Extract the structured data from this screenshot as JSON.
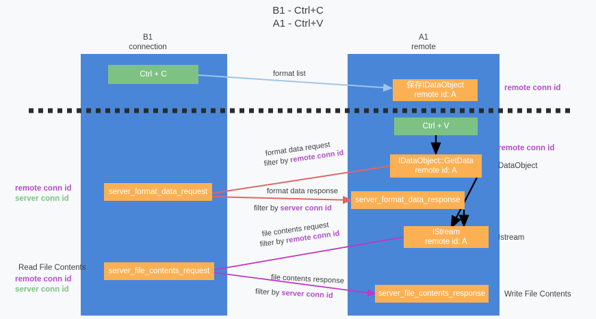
{
  "title": {
    "line1": "B1 - Ctrl+C",
    "line2": "A1 - Ctrl+V"
  },
  "columns": [
    {
      "name": "B1",
      "sub": "connection"
    },
    {
      "name": "A1",
      "sub": "remote"
    }
  ],
  "boxes": {
    "ctrl_c": "Ctrl + C",
    "ctrl_v": "Ctrl + V",
    "save_idataobject_l1": "保存IDataObject",
    "save_idataobject_l2": "remote id: A",
    "getdata_l1": "IDataObject::GetData",
    "getdata_l2": "remote id: A",
    "istream_l1": "IStream",
    "istream_l2": "remote id: A",
    "server_format_data_request": "server_format_data_request",
    "server_format_data_response": "server_format_data_response",
    "server_file_contents_request": "server_file_contents_request",
    "server_file_contents_response": "server_file_contents_response"
  },
  "edge_labels": {
    "format_list": "format list",
    "format_data_request": "format data request",
    "format_data_request_filter_prefix": "filter by ",
    "format_data_request_filter_key": "remote conn id",
    "format_data_response": "format data response",
    "format_data_response_filter_prefix": "filter by ",
    "format_data_response_filter_key": "server conn id",
    "file_contents_request": "file contents request",
    "file_contents_request_filter_prefix": "filter by ",
    "file_contents_request_filter_key": "remote conn id",
    "file_contents_response": "file contents response",
    "file_contents_response_filter_prefix": "filter by ",
    "file_contents_response_filter_key": "server conn id"
  },
  "annotations": {
    "right_remote_conn_id_top": "remote conn id",
    "right_remote_conn_id_mid": "remote conn id",
    "right_dataobject": "DataObject",
    "right_istream": "Istream",
    "right_write_file_contents": "Write File Contents",
    "left_remote_conn_id_mid": "remote conn id",
    "left_server_conn_id_mid": "server conn id",
    "left_read_file_contents": "Read File Contents",
    "left_remote_conn_id_bottom": "remote conn id",
    "left_server_conn_id_bottom": "server conn id"
  },
  "colors": {
    "lane": "#4a86d8",
    "box_green": "#7dc283",
    "box_orange": "#fbb054",
    "arrow_blue": "#9fc5e8",
    "arrow_red": "#e06666",
    "arrow_magenta": "#c236c2",
    "arrow_black": "#000000",
    "accent_purple": "#b14fc5",
    "accent_green": "#7dc283",
    "background": "#f8f9fa"
  }
}
